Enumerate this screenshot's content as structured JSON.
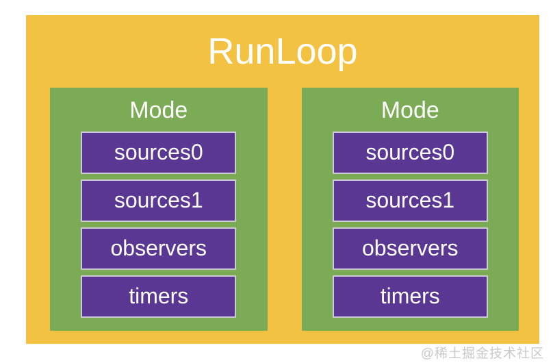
{
  "title": "RunLoop",
  "colors": {
    "page_bg": "#FFFFFF",
    "runloop_bg": "#F4C243",
    "mode_bg": "#7BAB55",
    "item_bg": "#5B3794",
    "item_border": "#CDC9D6",
    "text_color": "#FFFFFF",
    "watermark_color": "#C9C9C9"
  },
  "modes": [
    {
      "label": "Mode",
      "items": [
        "sources0",
        "sources1",
        "observers",
        "timers"
      ]
    },
    {
      "label": "Mode",
      "items": [
        "sources0",
        "sources1",
        "observers",
        "timers"
      ]
    }
  ],
  "watermark": "@稀土掘金技术社区"
}
